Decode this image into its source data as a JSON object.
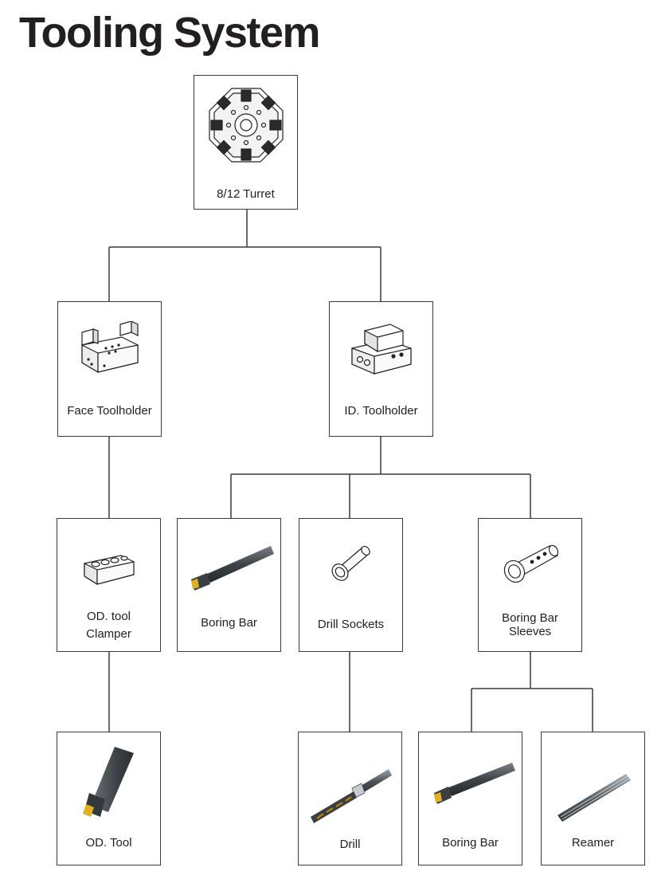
{
  "title": "Tooling System",
  "nodes": {
    "turret": {
      "label": "8/12 Turret",
      "icon": "turret-icon"
    },
    "face_toolholder": {
      "label": "Face Toolholder",
      "icon": "face-toolholder-icon"
    },
    "id_toolholder": {
      "label": "ID. Toolholder",
      "icon": "id-toolholder-icon"
    },
    "od_tool_clamper": {
      "label": "OD. tool\nClamper",
      "icon": "od-tool-clamper-icon"
    },
    "boring_bar_1": {
      "label": "Boring Bar",
      "icon": "boring-bar-icon"
    },
    "drill_sockets": {
      "label": "Drill Sockets",
      "icon": "drill-socket-icon"
    },
    "boring_bar_sleeves": {
      "label": "Boring Bar\nSleeves",
      "icon": "boring-bar-sleeve-icon"
    },
    "od_tool": {
      "label": "OD. Tool",
      "icon": "od-tool-icon"
    },
    "drill": {
      "label": "Drill",
      "icon": "drill-icon"
    },
    "boring_bar_2": {
      "label": "Boring Bar",
      "icon": "boring-bar-icon"
    },
    "reamer": {
      "label": "Reamer",
      "icon": "reamer-icon"
    }
  },
  "edges": [
    [
      "turret",
      "face_toolholder"
    ],
    [
      "turret",
      "id_toolholder"
    ],
    [
      "face_toolholder",
      "od_tool_clamper"
    ],
    [
      "id_toolholder",
      "boring_bar_1"
    ],
    [
      "id_toolholder",
      "drill_sockets"
    ],
    [
      "id_toolholder",
      "boring_bar_sleeves"
    ],
    [
      "od_tool_clamper",
      "od_tool"
    ],
    [
      "drill_sockets",
      "drill"
    ],
    [
      "boring_bar_sleeves",
      "boring_bar_2"
    ],
    [
      "boring_bar_sleeves",
      "reamer"
    ]
  ],
  "colors": {
    "line": "#3a3a3a",
    "tool_steel": "#4a5055",
    "insert": "#e0b020"
  }
}
